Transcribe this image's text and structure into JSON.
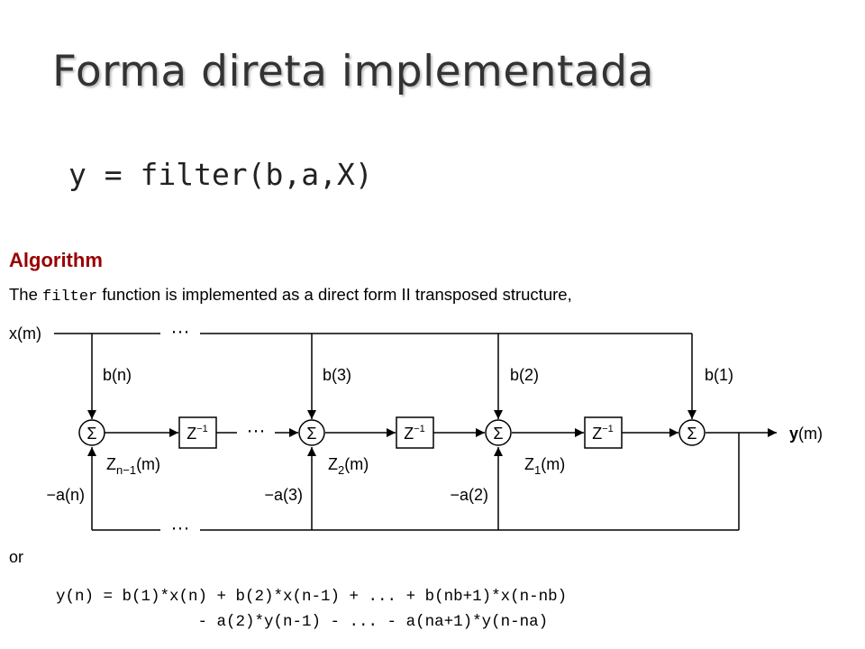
{
  "slide": {
    "title": "Forma direta implementada",
    "code": "y = filter(b,a,X)"
  },
  "algorithm": {
    "heading": "Algorithm",
    "intro_prefix": "The ",
    "intro_code": "filter",
    "intro_suffix": " function is implemented as a direct form II transposed structure,",
    "or_label": "or"
  },
  "diagram": {
    "input_label": "x(m)",
    "output_label_bold": "y",
    "output_label_rest": "(m)",
    "ellipsis": "···",
    "sum_symbol": "Σ",
    "delay_label": "Z",
    "delay_exp": "−1",
    "b_labels": [
      "b(n)",
      "b(3)",
      "b(2)",
      "b(1)"
    ],
    "a_labels": [
      "−a(n)",
      "−a(3)",
      "−a(2)"
    ],
    "state_labels": [
      {
        "base": "Z",
        "sub": "n−1",
        "suffix": "(m)"
      },
      {
        "base": "Z",
        "sub": "2",
        "suffix": "(m)"
      },
      {
        "base": "Z",
        "sub": "1",
        "suffix": "(m)"
      }
    ]
  },
  "equation": {
    "line1": "y(n) = b(1)*x(n) + b(2)*x(n-1) + ... + b(nb+1)*x(n-nb)",
    "line2": "               - a(2)*y(n-1) - ... - a(na+1)*y(n-na)"
  }
}
